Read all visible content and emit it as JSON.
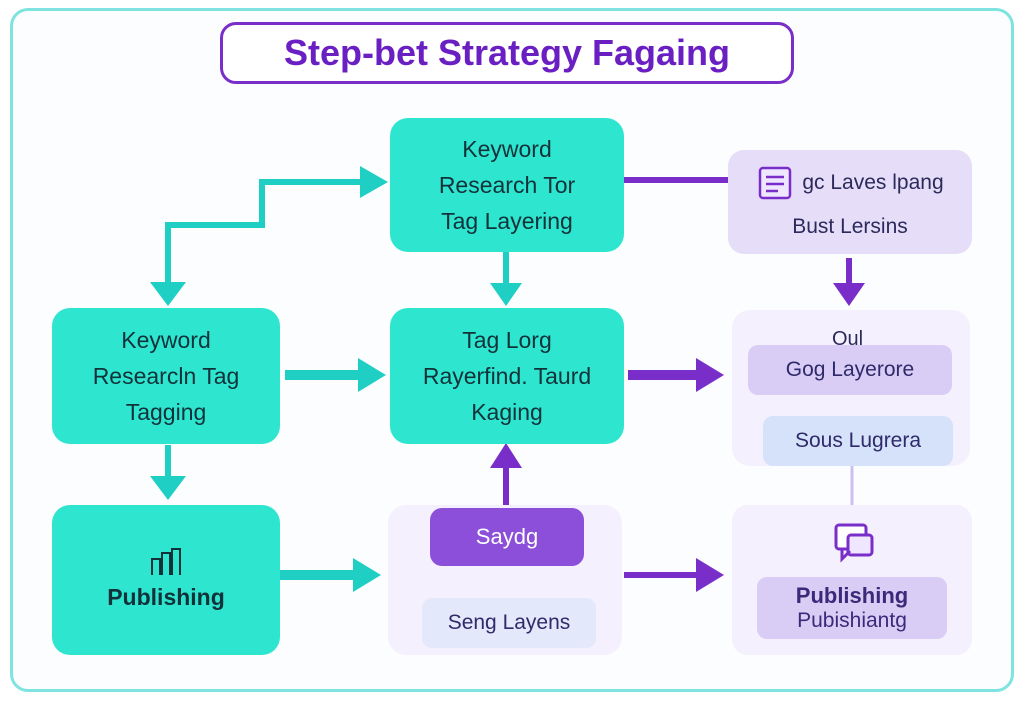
{
  "title": "Step-bet Strategy Fagaing",
  "nodes": {
    "kw_research_top": [
      "Keyword",
      "Research Tor",
      "Tag Layering"
    ],
    "kw_research_left": [
      "Keyword",
      "Researcln Tag",
      "Tagging"
    ],
    "tag_center": [
      "Tag Lorg",
      "Rayerfind. Taurd",
      "Kaging"
    ],
    "publishing_left": "Publishing",
    "top_right_line1": "gc Laves lpang",
    "top_right_line2": "Bust Lersins",
    "mid_right_stub": "Oul",
    "mid_right_pill1": "Gog Layerore",
    "mid_right_pill2": "Sous Lugrera",
    "bottom_center_pill": "Saydg",
    "bottom_center_lower": "Seng Layens",
    "bottom_right_line1": "Publishing",
    "bottom_right_line2": "Pubishiantg"
  },
  "colors": {
    "teal": "#2ee6cf",
    "purple": "#7a2ec9",
    "lavender": "#e6def9"
  },
  "icons": [
    "document-icon",
    "chart-icon",
    "chat-icon"
  ]
}
